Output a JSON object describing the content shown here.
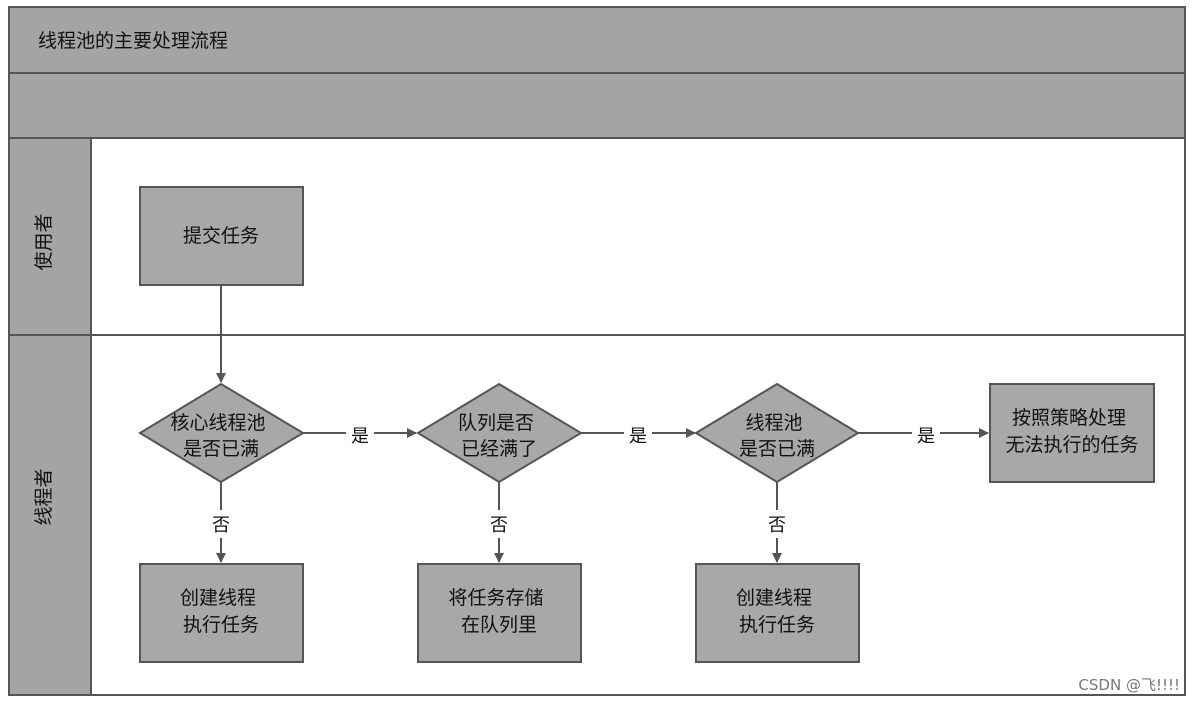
{
  "title": "线程池的主要处理流程",
  "lanes": {
    "user": "使用者",
    "pool": "线程者"
  },
  "nodes": {
    "submit": [
      "提交任务"
    ],
    "core_full": [
      "核心线程池",
      "是否已满"
    ],
    "queue_full": [
      "队列是否",
      "已经满了"
    ],
    "pool_full": [
      "线程池",
      "是否已满"
    ],
    "reject": [
      "按照策略处理",
      "无法执行的任务"
    ],
    "create_core": [
      "创建线程",
      "执行任务"
    ],
    "enqueue": [
      "将任务存储",
      "在队列里"
    ],
    "create_thread": [
      "创建线程",
      "执行任务"
    ]
  },
  "edge_labels": {
    "yes_1": "是",
    "yes_2": "是",
    "yes_3": "是",
    "no_1": "否",
    "no_2": "否",
    "no_3": "否"
  },
  "watermark": "CSDN @飞!!!!",
  "colors": {
    "header_fill": "#a4a4a4",
    "node_fill": "#a8a8a8",
    "stroke": "#555555",
    "lane_fill": "#ffffff"
  }
}
